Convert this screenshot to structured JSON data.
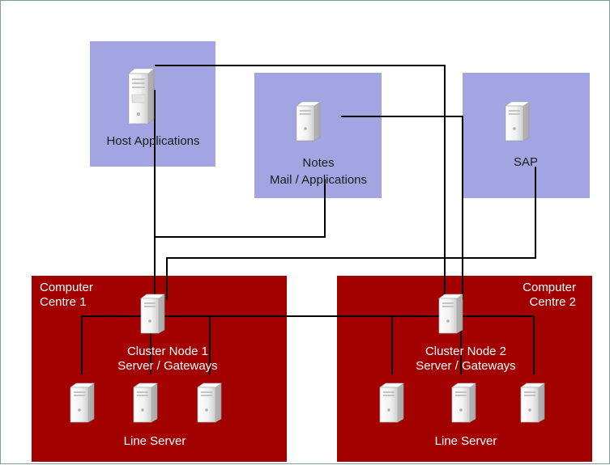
{
  "diagram": {
    "colors": {
      "app_box": "#a3a5e3",
      "centre_box": "#a30000",
      "line": "#000000",
      "server_body": "#f4f4f4",
      "server_shade": "#c9c9c9"
    },
    "app_boxes": {
      "host": {
        "label": "Host Applications",
        "icon": "tower-server-icon"
      },
      "notes": {
        "label_line1": "Notes",
        "label_line2": "Mail / Applications",
        "icon": "server-icon"
      },
      "sap": {
        "label": "SAP",
        "icon": "server-icon"
      }
    },
    "centres": {
      "c1": {
        "title_line1": "Computer",
        "title_line2": "Centre 1",
        "node_line1": "Cluster Node 1",
        "node_line2": "Server / Gateways",
        "line_server_label": "Line Server"
      },
      "c2": {
        "title_line1": "Computer",
        "title_line2": "Centre 2",
        "node_line1": "Cluster Node 2",
        "node_line2": "Server / Gateways",
        "line_server_label": "Line Server"
      }
    }
  }
}
